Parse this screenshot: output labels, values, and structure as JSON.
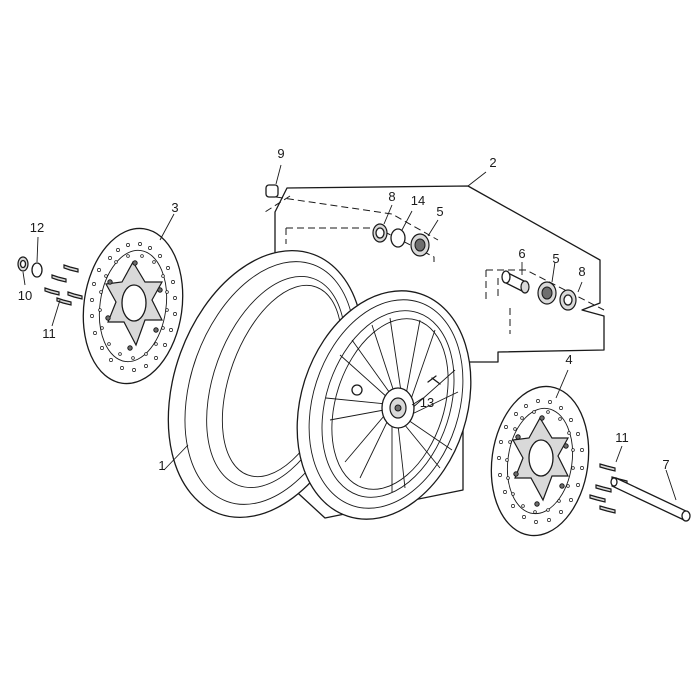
{
  "diagram": {
    "callouts": [
      {
        "id": "1",
        "label": "1"
      },
      {
        "id": "2",
        "label": "2"
      },
      {
        "id": "3",
        "label": "3"
      },
      {
        "id": "4",
        "label": "4"
      },
      {
        "id": "5a",
        "label": "5"
      },
      {
        "id": "5b",
        "label": "5"
      },
      {
        "id": "6",
        "label": "6"
      },
      {
        "id": "7",
        "label": "7"
      },
      {
        "id": "8a",
        "label": "8"
      },
      {
        "id": "8b",
        "label": "8"
      },
      {
        "id": "9",
        "label": "9"
      },
      {
        "id": "10",
        "label": "10"
      },
      {
        "id": "11a",
        "label": "11"
      },
      {
        "id": "11b",
        "label": "11"
      },
      {
        "id": "12",
        "label": "12"
      },
      {
        "id": "13",
        "label": "13"
      },
      {
        "id": "14",
        "label": "14"
      }
    ]
  }
}
